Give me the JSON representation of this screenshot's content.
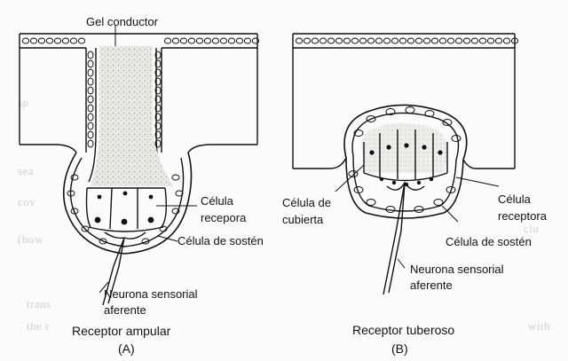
{
  "panel_a": {
    "title": "Receptor ampular",
    "letter": "(A)",
    "labels": {
      "gel": "Gel conductor",
      "receptor_line1": "Célula",
      "receptor_line2": "recepora",
      "support": "Célula de sostén",
      "neuron_line1": "Neurona sensorial",
      "neuron_line2": "aferente"
    }
  },
  "panel_b": {
    "title": "Receptor tuberoso",
    "letter": "(B)",
    "labels": {
      "cover_line1": "Célula de",
      "cover_line2": "cubierta",
      "receptor_line1": "Célula",
      "receptor_line2": "receptora",
      "support": "Célula de sostén",
      "neuron_line1": "Neurona sensorial",
      "neuron_line2": "aferente"
    }
  },
  "colors": {
    "ink": "#111111",
    "gel_fill": "#e4e4e0",
    "background": "#fbfbfa"
  }
}
